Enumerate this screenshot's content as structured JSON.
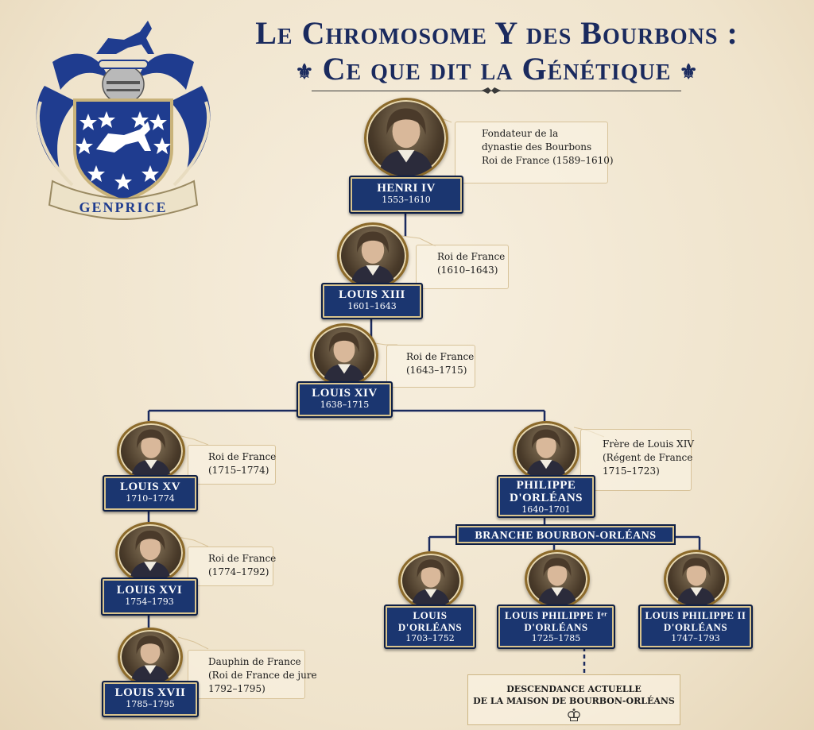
{
  "title": {
    "line1": "Le Chromosome Y des Bourbons :",
    "line2": "Ce que dit la Génétique",
    "fleur_glyph": "⚜"
  },
  "crest": {
    "motto": "GENPRICE"
  },
  "colors": {
    "navy": "#1b3670",
    "gold": "#d9c48e",
    "parchment": "#efe3cb"
  },
  "people": {
    "henri4": {
      "name": "HENRI IV",
      "dates": "1553–1610",
      "note": [
        "Fondateur de la",
        "dynastie des Bourbons",
        "Roi de France (1589–1610)"
      ]
    },
    "louis13": {
      "name": "LOUIS XIII",
      "dates": "1601–1643",
      "note": [
        "Roi de France",
        "(1610–1643)"
      ]
    },
    "louis14": {
      "name": "LOUIS XIV",
      "dates": "1638–1715",
      "note": [
        "Roi de France",
        "(1643–1715)"
      ]
    },
    "louis15": {
      "name": "LOUIS XV",
      "dates": "1710–1774",
      "note": [
        "Roi de France",
        "(1715–1774)"
      ]
    },
    "louis16": {
      "name": "LOUIS XVI",
      "dates": "1754–1793",
      "note": [
        "Roi de France",
        "(1774–1792)"
      ]
    },
    "louis17": {
      "name": "LOUIS XVII",
      "dates": "1785–1795",
      "note": [
        "Dauphin de France",
        "(Roi de France de jure",
        "1792–1795)"
      ]
    },
    "philippe": {
      "name1": "PHILIPPE",
      "name2": "D'ORLÉANS",
      "dates": "1640–1701",
      "note": [
        "Frère de Louis XIV",
        "(Régent de France",
        "1715–1723)"
      ]
    },
    "louis_orleans": {
      "name1": "LOUIS",
      "name2": "D'ORLÉANS",
      "dates": "1703–1752"
    },
    "lp1": {
      "name1": "LOUIS PHILIPPE Iᵉʳ",
      "name2": "D'ORLÉANS",
      "dates": "1725–1785"
    },
    "lp2": {
      "name1": "LOUIS PHILIPPE II",
      "name2": "D'ORLÉANS",
      "dates": "1747–1793"
    }
  },
  "branch_label": "BRANCHE BOURBON-ORLÉANS",
  "descendance": {
    "line1": "DESCENDANCE ACTUELLE",
    "line2": "DE LA MAISON DE BOURBON-ORLÉANS",
    "crown_glyph": "♔"
  }
}
